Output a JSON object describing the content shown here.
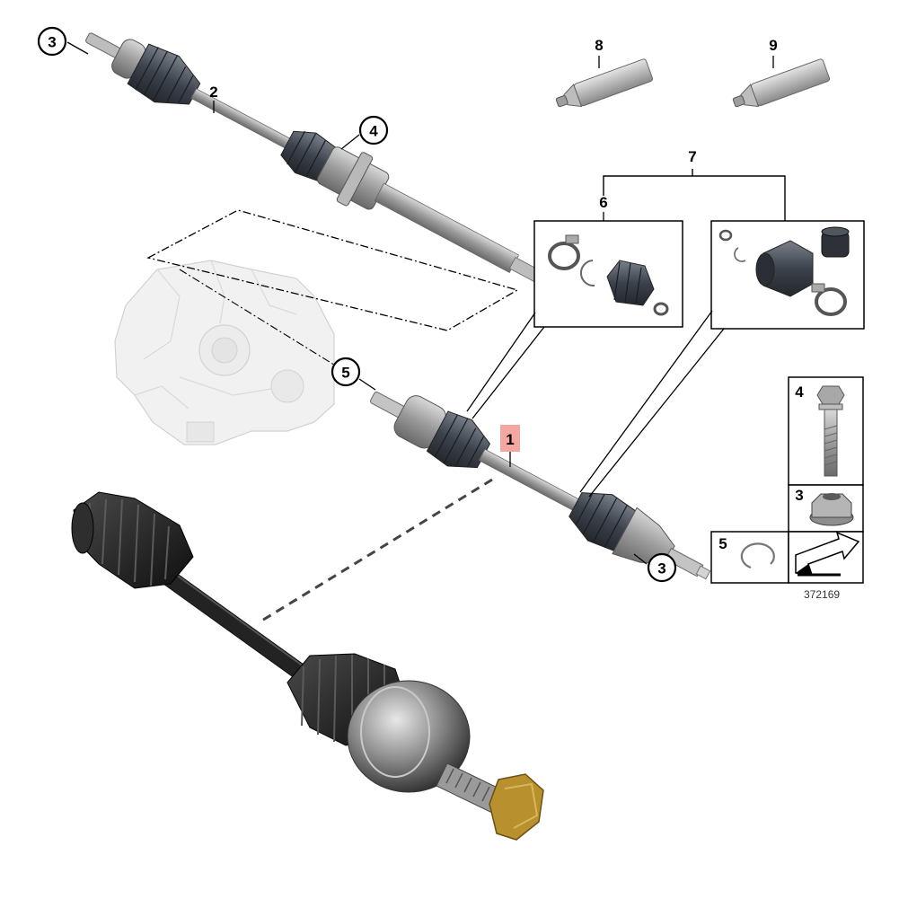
{
  "callouts": {
    "part1": "1",
    "part2": "2",
    "part3_top": "3",
    "part3_bottom": "3",
    "part4_shaft": "4",
    "part5_shaft": "5",
    "part6": "6",
    "part7": "7",
    "part8": "8",
    "part9": "9"
  },
  "legend": {
    "bolt_num": "4",
    "nut_num": "3",
    "ring_num": "5"
  },
  "reference_number": "372169",
  "colors": {
    "highlight": "#f4a6a0",
    "shaft_gray": "#8c8c8c",
    "boot_dark": "#3a3f47",
    "photo_black": "#1c1c1c",
    "nut_brass": "#b8902e"
  },
  "icons": [
    "drive-shaft",
    "cv-boot-kit",
    "grease-tube",
    "hex-bolt",
    "collar-nut",
    "circlip",
    "direction-arrow",
    "gearbox"
  ]
}
